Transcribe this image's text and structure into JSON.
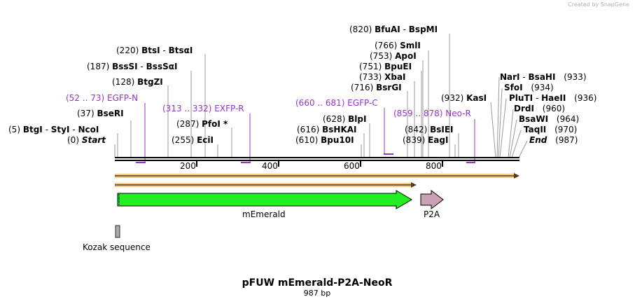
{
  "header": {
    "credit": "Created by SnapGene"
  },
  "title": "pFUW mEmerald-P2A-NeoR",
  "length": "987 bp",
  "ruler": {
    "ticks": [
      "200",
      "400",
      "600",
      "800"
    ]
  },
  "features": {
    "memerald": "mEmerald",
    "p2a": "P2A",
    "kozak": "Kozak sequence"
  },
  "primers": [
    {
      "pos": "(52 .. 73)",
      "name": "EGFP-N"
    },
    {
      "pos": "(313 .. 332)",
      "name": "EXFP-R"
    },
    {
      "pos": "(660 .. 681)",
      "name": "EGFP-C"
    },
    {
      "pos": "(859 .. 878)",
      "name": "Neo-R"
    }
  ],
  "sites": [
    {
      "pos": "(0)",
      "name": "Start"
    },
    {
      "pos": "(5)",
      "name": "BtgI",
      "sep1": "-",
      "name2": "StyI",
      "sep2": "-",
      "name3": "NcoI"
    },
    {
      "pos": "(37)",
      "name": "BseRI"
    },
    {
      "pos": "(128)",
      "name": "BtgZI"
    },
    {
      "pos": "(187)",
      "name": "BssSI",
      "sep1": "-",
      "name2": "BssSαI"
    },
    {
      "pos": "(220)",
      "name": "BtsI",
      "sep1": "-",
      "name2": "BtsαI"
    },
    {
      "pos": "(255)",
      "name": "EciI"
    },
    {
      "pos": "(287)",
      "name": "PfoI *"
    },
    {
      "pos": "(610)",
      "name": "Bpu10I"
    },
    {
      "pos": "(616)",
      "name": "BsHKAI"
    },
    {
      "pos": "(628)",
      "name": "BlpI"
    },
    {
      "pos": "(716)",
      "name": "BsrGI"
    },
    {
      "pos": "(733)",
      "name": "XbaI"
    },
    {
      "pos": "(751)",
      "name": "BpuEI"
    },
    {
      "pos": "(753)",
      "name": "ApoI"
    },
    {
      "pos": "(766)",
      "name": "SmlI"
    },
    {
      "pos": "(820)",
      "name": "BfuAI",
      "sep1": "-",
      "name2": "BspMI"
    },
    {
      "pos": "(839)",
      "name": "EagI"
    },
    {
      "pos": "(842)",
      "name": "BsIEI"
    },
    {
      "pos": "(932)",
      "name": "KasI"
    },
    {
      "name": "NarI",
      "sep1": "-",
      "name2": "BsaHI",
      "pos": "(933)"
    },
    {
      "name": "SfoI",
      "pos": "(934)"
    },
    {
      "name": "PluTI",
      "sep1": "-",
      "name2": "HaeII",
      "pos": "(936)"
    },
    {
      "name": "DrdI",
      "pos": "(960)"
    },
    {
      "name": "BsaWI",
      "pos": "(964)"
    },
    {
      "name": "TaqII",
      "pos": "(970)"
    },
    {
      "name": "End",
      "pos": "(987)"
    }
  ]
}
